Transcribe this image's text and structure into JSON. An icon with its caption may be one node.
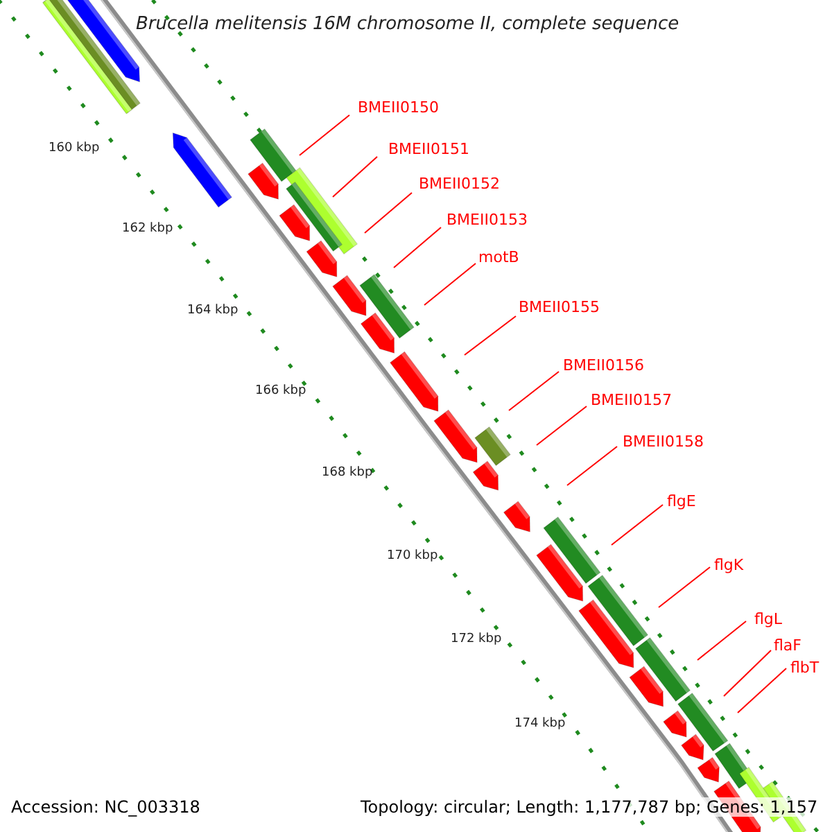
{
  "diagram": {
    "title": "Brucella melitensis 16M chromosome II, complete sequence",
    "nodes": [
      {
        "text": [
          "BMEII0150"
        ]
      },
      {
        "text": [
          "BMEII0151"
        ]
      },
      {
        "text": [
          "BMEII0152"
        ]
      },
      {
        "text": [
          "BMEII0153"
        ]
      },
      {
        "text": [
          "motB"
        ]
      },
      {
        "text": [
          "BMEII0155"
        ]
      },
      {
        "text": [
          "BMEII0156"
        ]
      },
      {
        "text": [
          "BMEII0157"
        ]
      },
      {
        "text": [
          "BMEII0158"
        ]
      },
      {
        "text": [
          "flgE"
        ]
      },
      {
        "text": [
          "flgK"
        ]
      },
      {
        "text": [
          "flgL"
        ]
      },
      {
        "text": [
          "flaF"
        ]
      },
      {
        "text": [
          "flbT"
        ]
      }
    ],
    "edges": [
      {
        "from": 0,
        "to": null,
        "arrow": "none"
      },
      {
        "from": 1,
        "to": null,
        "arrow": "none"
      },
      {
        "from": 2,
        "to": null,
        "arrow": "none"
      },
      {
        "from": 3,
        "to": null,
        "arrow": "none"
      },
      {
        "from": 4,
        "to": null,
        "arrow": "none"
      },
      {
        "from": 5,
        "to": null,
        "arrow": "none"
      },
      {
        "from": 6,
        "to": null,
        "arrow": "none"
      },
      {
        "from": 7,
        "to": null,
        "arrow": "none"
      },
      {
        "from": 8,
        "to": null,
        "arrow": "none"
      },
      {
        "from": 9,
        "to": null,
        "arrow": "none"
      },
      {
        "from": 10,
        "to": null,
        "arrow": "none"
      },
      {
        "from": 11,
        "to": null,
        "arrow": "none"
      },
      {
        "from": 12,
        "to": null,
        "arrow": "none"
      },
      {
        "from": 13,
        "to": null,
        "arrow": "none"
      }
    ],
    "labels": [
      "160 kbp",
      "162 kbp",
      "164 kbp",
      "166 kbp",
      "168 kbp",
      "170 kbp",
      "172 kbp",
      "174 kbp",
      "Accession: NC_003318",
      "Topology: circular; Length: 1,177,787 bp; Genes: 1,157"
    ]
  }
}
